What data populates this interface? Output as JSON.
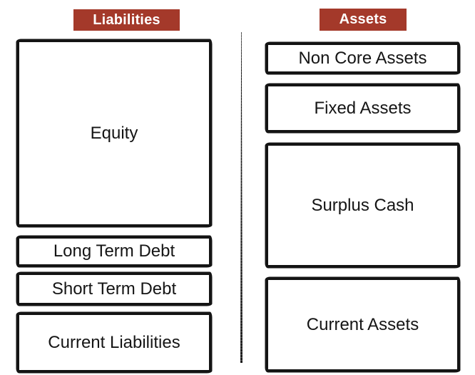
{
  "colors": {
    "header_bg": "#A4392A",
    "header_text": "#FFFFFF",
    "border": "#141414",
    "text": "#151515",
    "background": "#FFFFFF"
  },
  "liabilities": {
    "header": "Liabilities",
    "boxes": [
      {
        "label": "Equity"
      },
      {
        "label": "Long Term Debt"
      },
      {
        "label": "Short Term Debt"
      },
      {
        "label": "Current Liabilities"
      }
    ]
  },
  "assets": {
    "header": "Assets",
    "boxes": [
      {
        "label": "Non Core Assets"
      },
      {
        "label": "Fixed Assets"
      },
      {
        "label": "Surplus Cash"
      },
      {
        "label": "Current Assets"
      }
    ]
  }
}
